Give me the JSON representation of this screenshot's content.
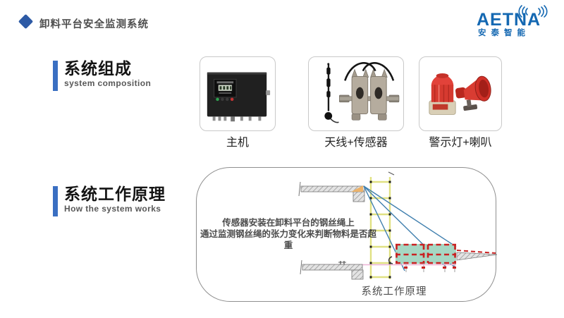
{
  "page": {
    "title": "卸料平台安全监测系统"
  },
  "logo": {
    "brand": "AETNA",
    "brand_cn": "安泰智能"
  },
  "colors": {
    "accent_blue": "#3a6fc2",
    "diamond_blue": "#2d5aa5",
    "logo_blue": "#1468b2",
    "platform_teal": "#a6d7c3",
    "guardrail_red": "#c92121",
    "ladder_yellow": "#e0e182",
    "cable_blue": "#3f7fae"
  },
  "section_composition": {
    "title": "系统组成",
    "subtitle": "system composition",
    "items": [
      {
        "label": "主机",
        "icon": "control-box"
      },
      {
        "label": "天线+传感器",
        "icon": "antenna-sensor"
      },
      {
        "label": "警示灯+喇叭",
        "icon": "beacon-horn"
      }
    ]
  },
  "section_principle": {
    "title": "系统工作原理",
    "subtitle": "How the system works",
    "diagram": {
      "note_line1": "传感器安装在卸料平台的钢丝绳上",
      "note_line2": "通过监测钢丝绳的张力变化来判断物料是否超重",
      "caption": "系统工作原理"
    }
  }
}
